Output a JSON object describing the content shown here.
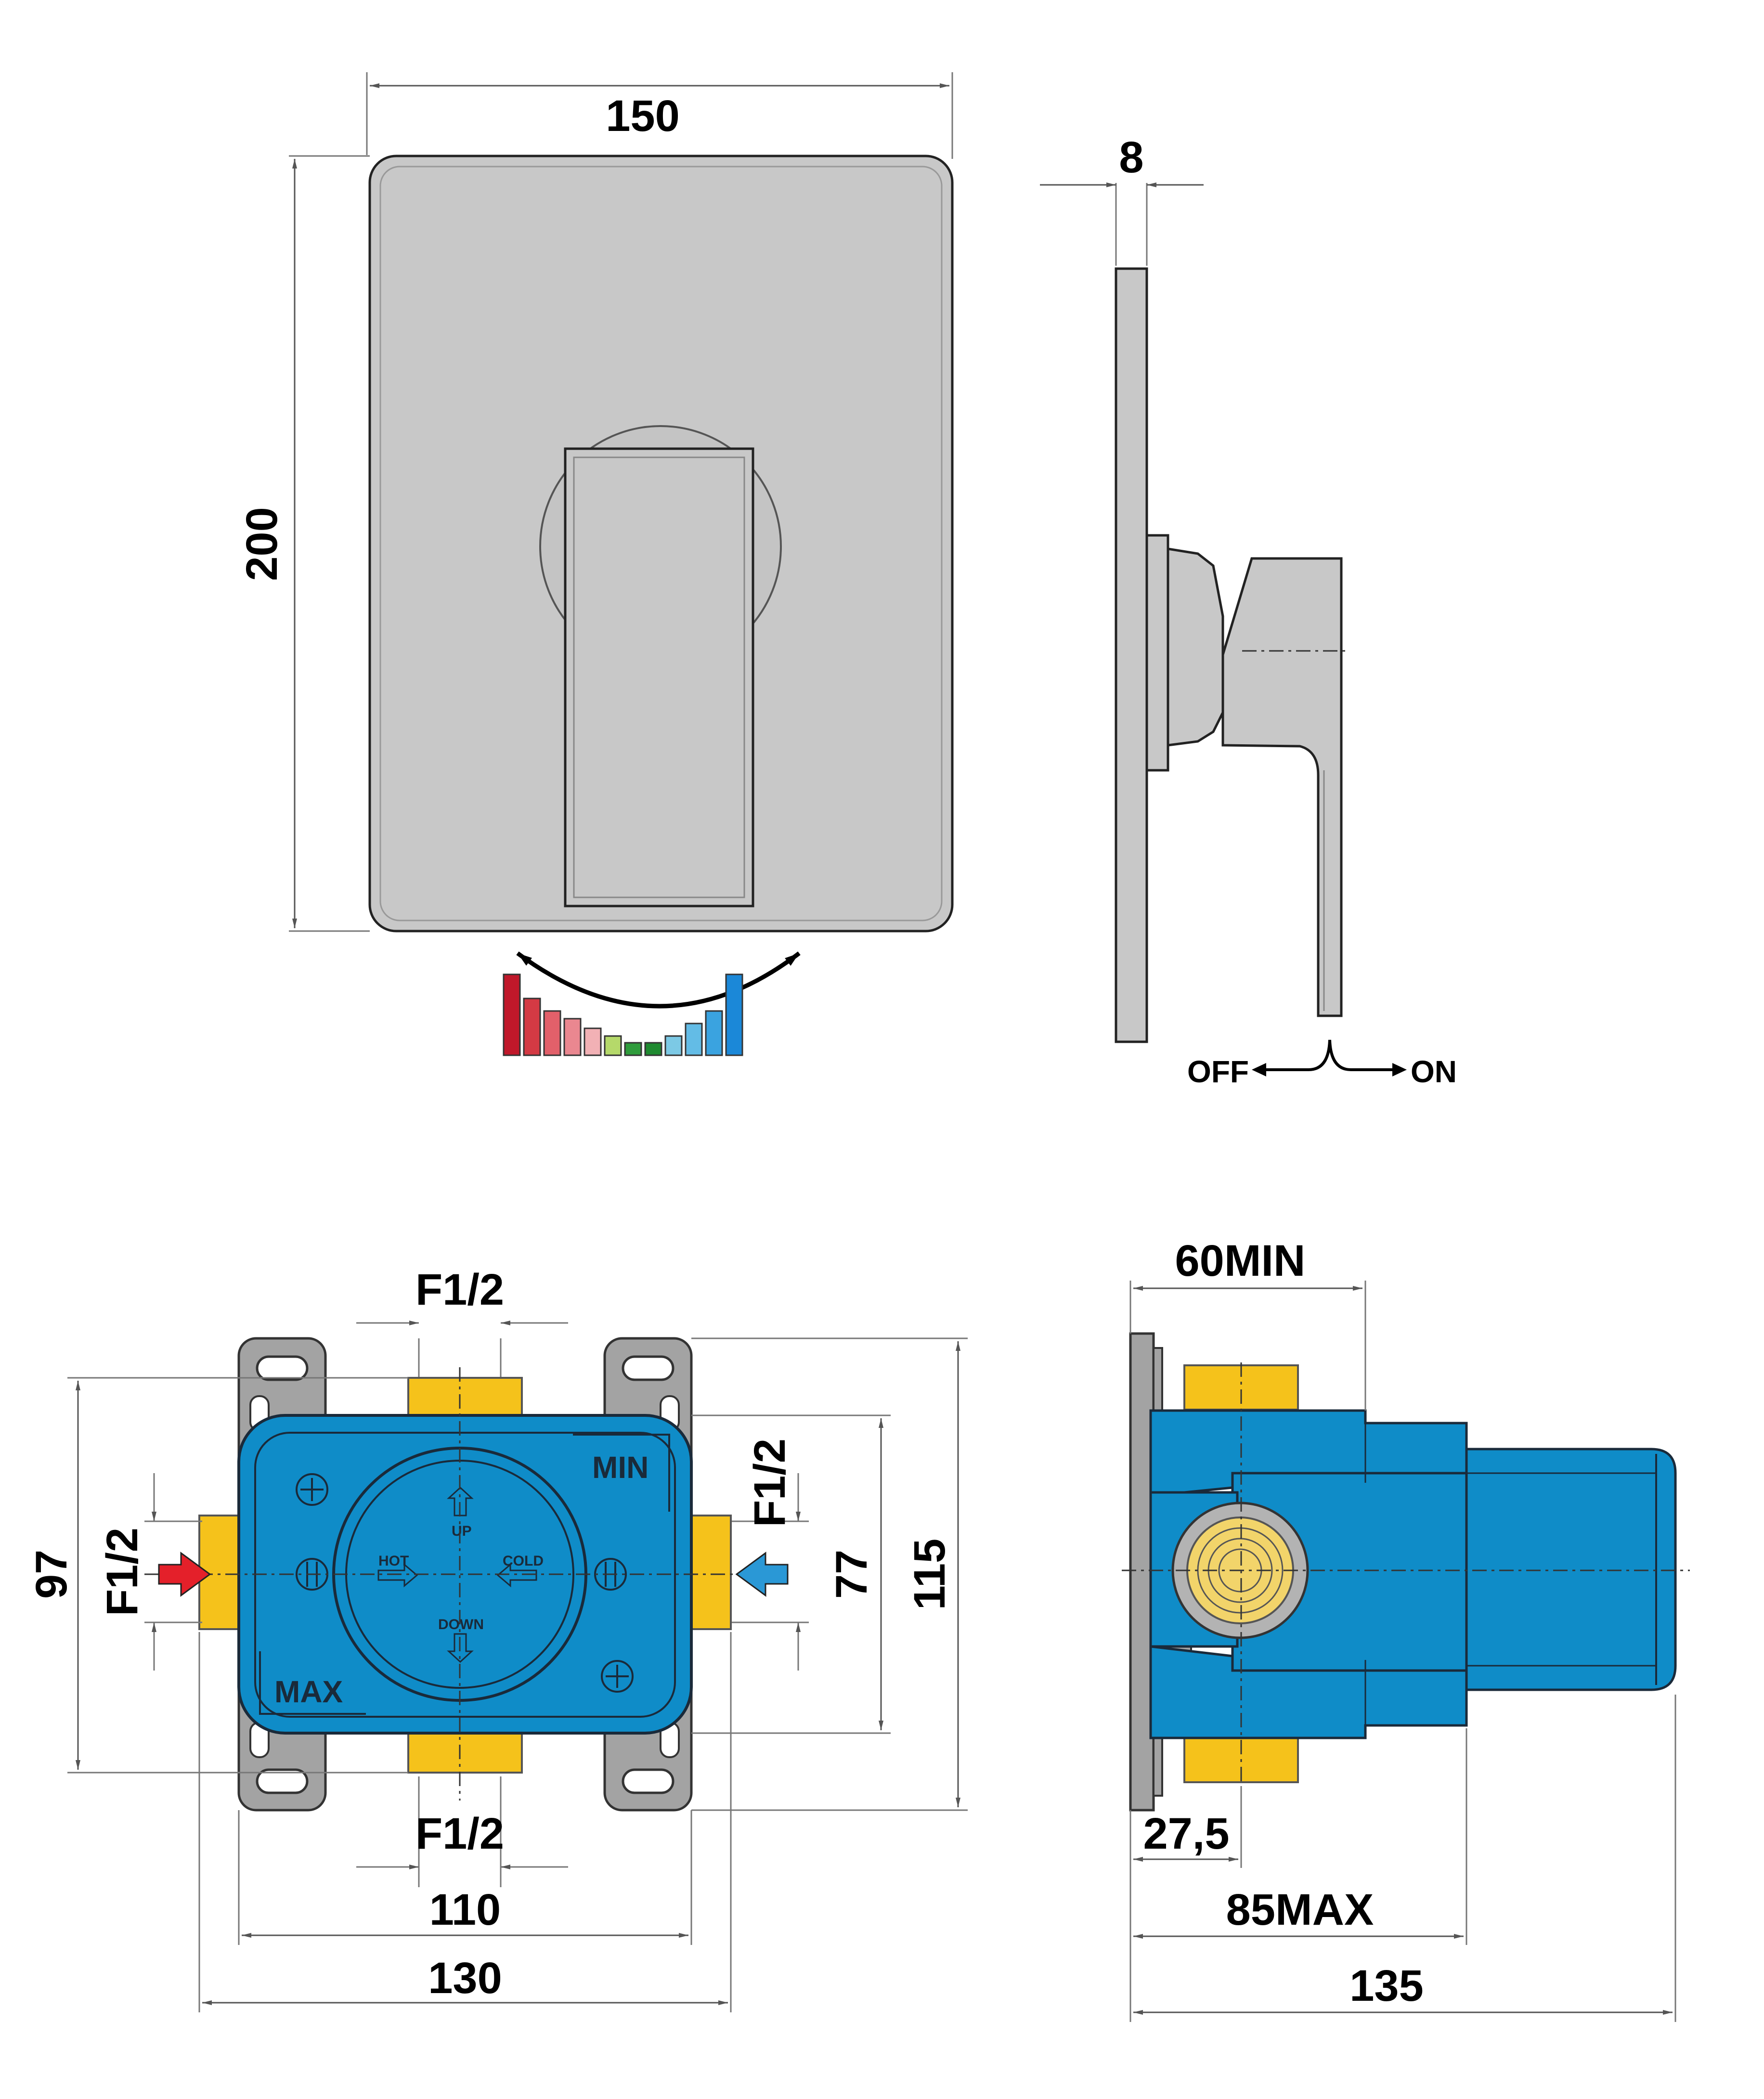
{
  "front_view": {
    "width": "150",
    "height": "200"
  },
  "side_view": {
    "thickness": "8",
    "off": "OFF",
    "on": "ON"
  },
  "temperature_scale": {
    "colors": [
      "#c0182a",
      "#d43a44",
      "#e2606a",
      "#ea8790",
      "#f2b1b5",
      "#b5d96a",
      "#2f9c3c",
      "#1f8a30",
      "#7cc9e5",
      "#63bce6",
      "#3aa3e0",
      "#1b88d8"
    ]
  },
  "body_front": {
    "top_port": "F1/2",
    "bottom_port": "F1/2",
    "left_port": "F1/2",
    "right_port": "F1/2",
    "dim_97": "97",
    "dim_77": "77",
    "dim_115": "115",
    "dim_110": "110",
    "dim_130": "130",
    "min_label": "MIN",
    "max_label": "MAX",
    "hot_label": "HOT",
    "cold_label": "COLD",
    "up_label": "UP",
    "down_label": "DOWN",
    "hot_arrow_color": "#e4202a",
    "cold_arrow_color": "#2a98d6"
  },
  "body_side": {
    "dim_60min": "60MIN",
    "dim_27_5": "27,5",
    "dim_85max": "85MAX",
    "dim_135": "135"
  },
  "colors": {
    "plate": "#c8c8c8",
    "body_blue": "#0f8cc8",
    "port_yellow": "#f5c21b",
    "frame_grey": "#a3a3a3"
  }
}
